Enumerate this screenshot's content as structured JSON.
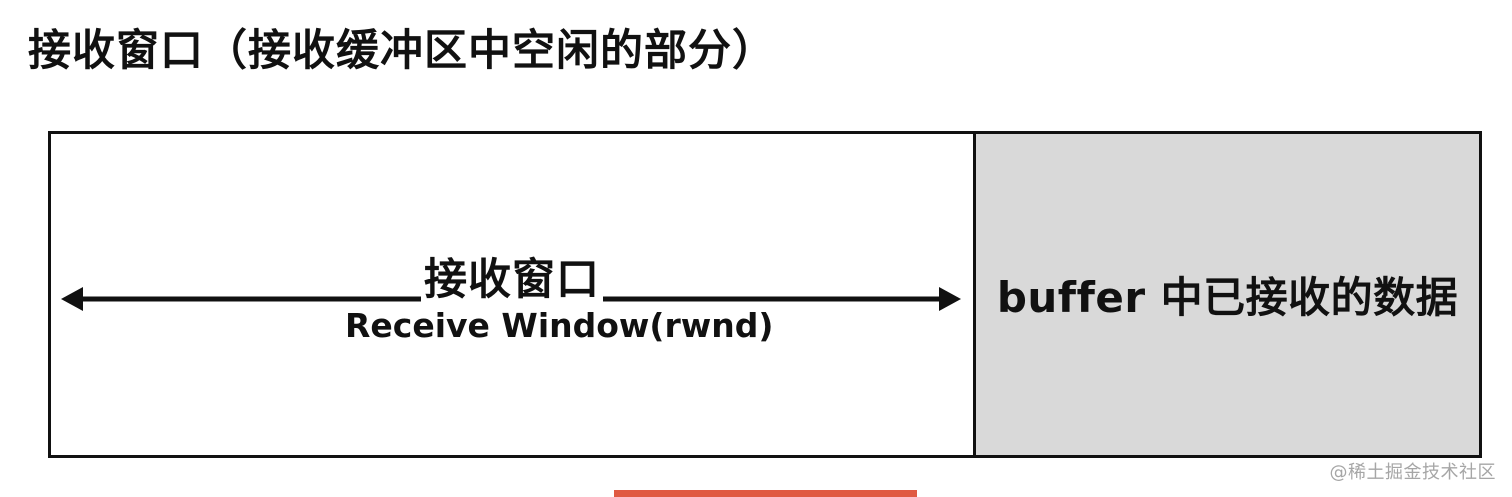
{
  "title": "接收窗口（接收缓冲区中空闲的部分）",
  "diagram": {
    "window_label": "接收窗口",
    "window_sublabel": "Receive Window(rwnd)",
    "buffer_label": "buffer 中已接收的数据"
  },
  "watermark": "@稀土掘金技术社区",
  "colors": {
    "buffer_fill": "#d9d9d9",
    "accent": "#e05a42",
    "stroke": "#111111"
  }
}
